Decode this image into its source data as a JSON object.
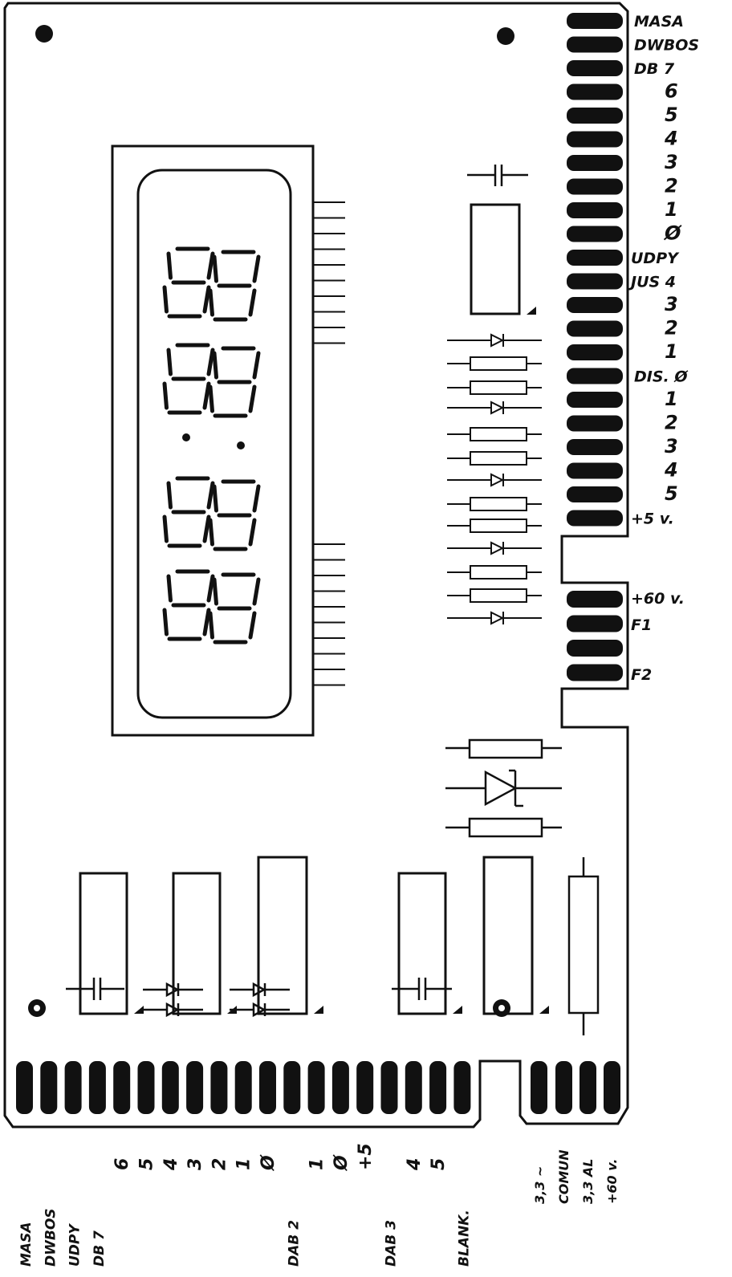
{
  "right_edge_labels": [
    "MASA",
    "DWBOS",
    "DB 7",
    "6",
    "5",
    "4",
    "3",
    "2",
    "1",
    "Ø",
    "UDPY",
    "JUS 4",
    "3",
    "2",
    "1",
    "DIS. Ø",
    "1",
    "2",
    "3",
    "4",
    "5",
    "+5 v."
  ],
  "right_lower_labels": [
    "+60 v.",
    "F1",
    "F2"
  ],
  "bottom_edge_labels": [
    "MASA",
    "DWBOS",
    "UDPY",
    "DB 7",
    "6",
    "5",
    "4",
    "3",
    "2",
    "1",
    "Ø",
    "DAB 2",
    "1",
    "Ø",
    "+5",
    "DAB 3",
    "4",
    "5",
    "BLANK."
  ],
  "bottom_right_labels": [
    "3,3 ~",
    "COMUN",
    "3,3 AL",
    "+60 v."
  ]
}
